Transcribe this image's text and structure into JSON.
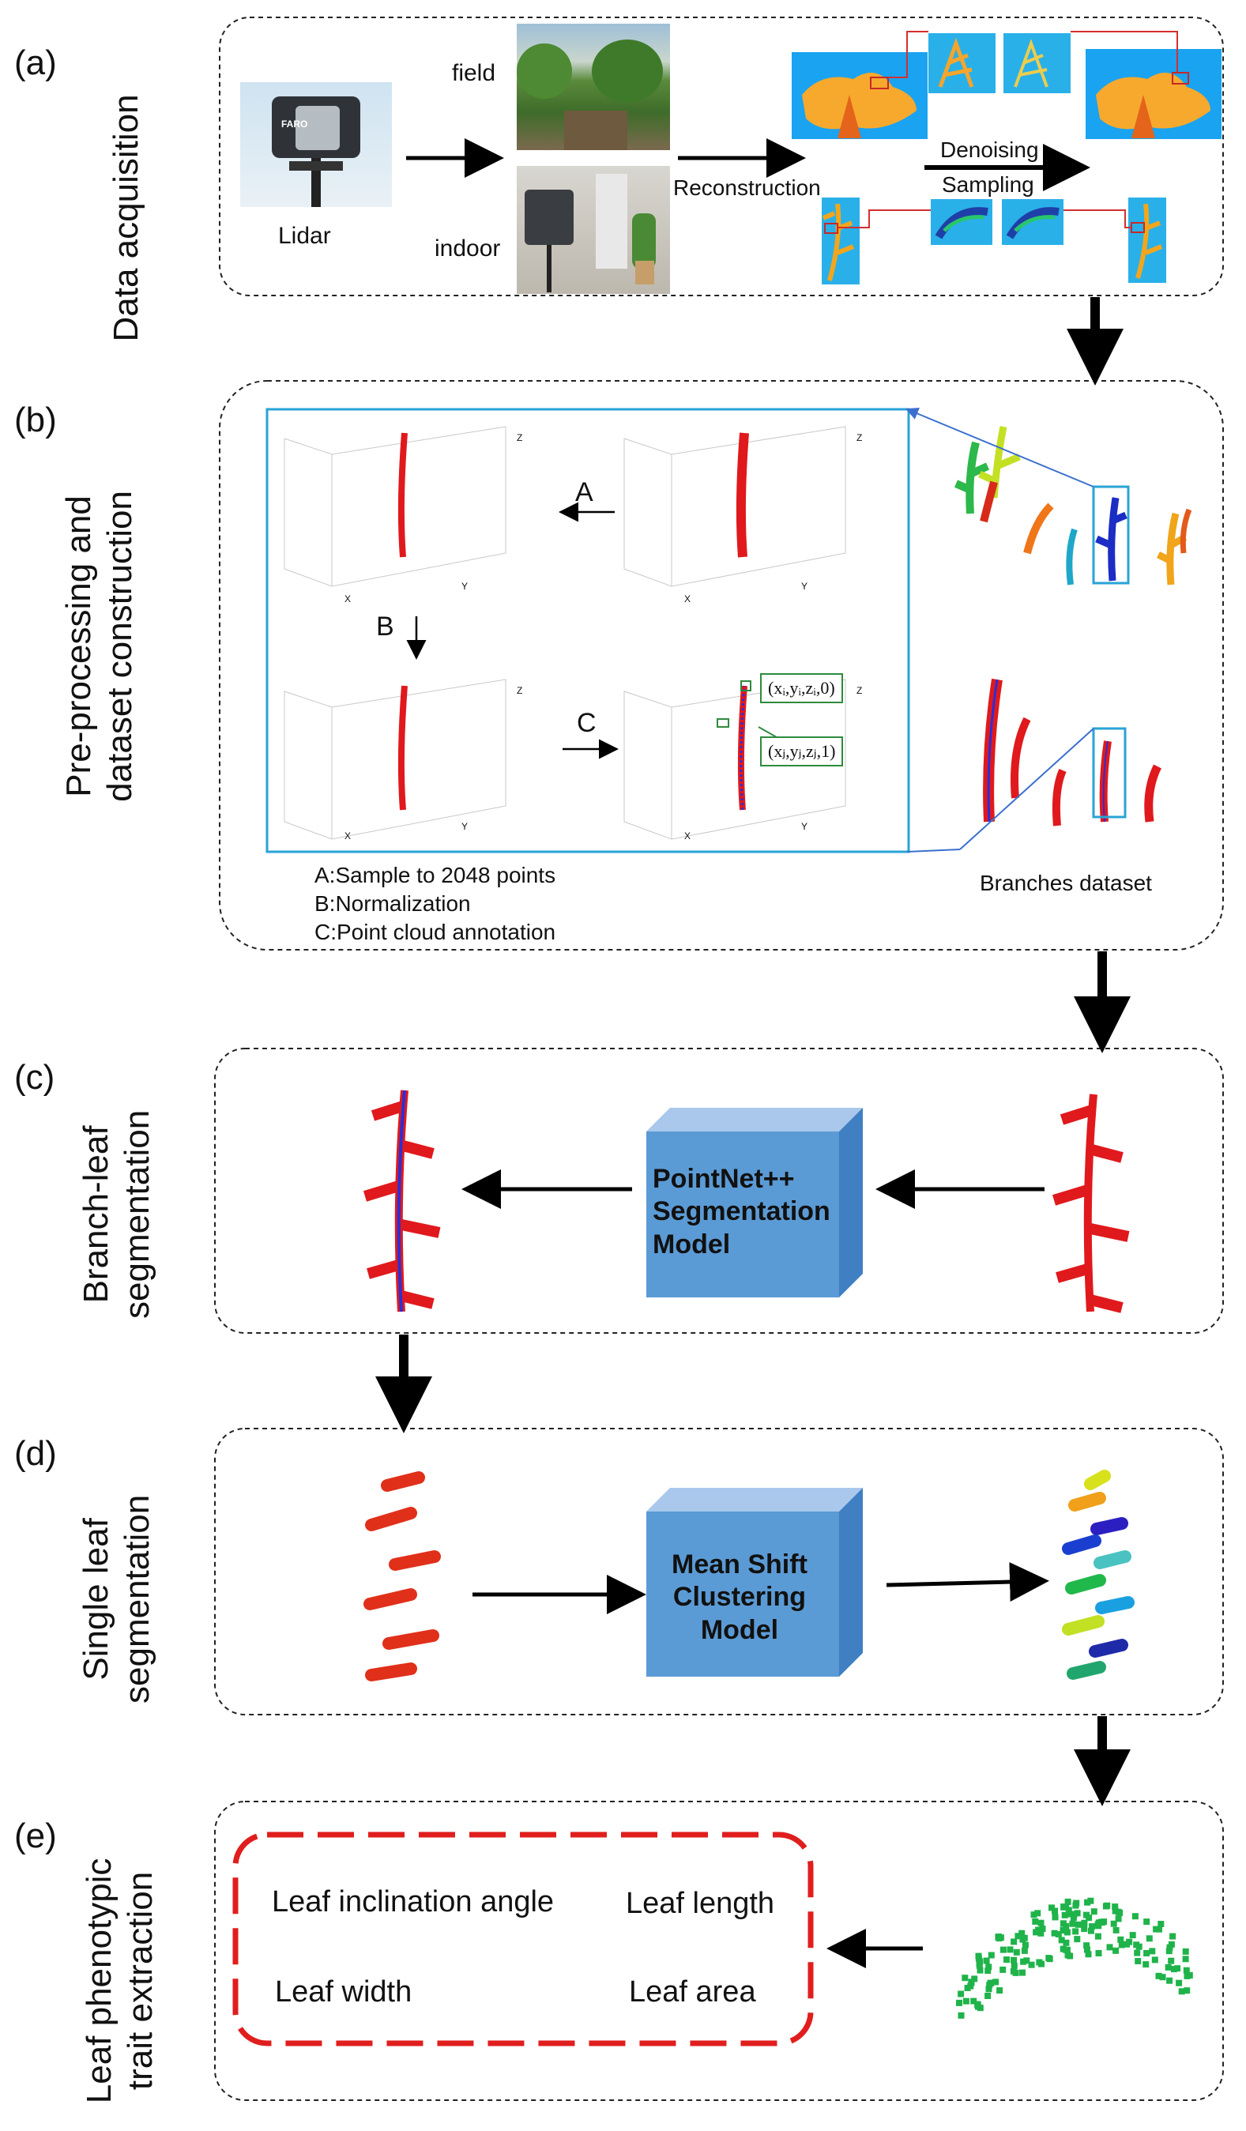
{
  "panels": {
    "a": {
      "letter": "(a)",
      "title": "Data acquisition"
    },
    "b": {
      "letter": "(b)",
      "title_line1": "Pre-processing and",
      "title_line2": "dataset construction"
    },
    "c": {
      "letter": "(c)",
      "title_line1": "Branch-leaf",
      "title_line2": "segmentation"
    },
    "d": {
      "letter": "(d)",
      "title_line1": "Single leaf",
      "title_line2": "segmentation"
    },
    "e": {
      "letter": "(e)",
      "title_line1": "Leaf phenotypic",
      "title_line2": "trait extraction"
    }
  },
  "acquisition": {
    "lidar": "Lidar",
    "field": "field",
    "indoor": "indoor",
    "reconstruction": "Reconstruction",
    "denoising": "Denoising",
    "sampling": "Sampling",
    "brand": "FARO"
  },
  "preprocessing": {
    "step_a": "A",
    "step_b": "B",
    "step_c": "C",
    "legend_a": "A:Sample to 2048 points",
    "legend_b": "B:Normalization",
    "legend_c": "C:Point cloud annotation",
    "branches_dataset": "Branches dataset",
    "annotation_leaf": "(xᵢ,yᵢ,zᵢ,0)",
    "annotation_branch": "(xⱼ,yⱼ,zⱼ,1)",
    "axis_z": "Z",
    "axis_x": "X",
    "axis_y": "Y"
  },
  "models": {
    "branch_leaf": {
      "line1": "PointNet++",
      "line2": "Segmentation",
      "line3": "Model"
    },
    "single_leaf": {
      "line1": "Mean Shift",
      "line2": "Clustering",
      "line3": "Model"
    }
  },
  "traits": {
    "inclination": "Leaf inclination angle",
    "length": "Leaf length",
    "width": "Leaf width",
    "area": "Leaf area"
  },
  "colors": {
    "point_red": "#e0191d",
    "branch_blue": "#2b2fd6",
    "model_blue": "#5b9bd5",
    "leaf_green": "#1fb34a",
    "trait_box_red": "#e01e1e",
    "frame_cyan": "#29a3d6"
  }
}
